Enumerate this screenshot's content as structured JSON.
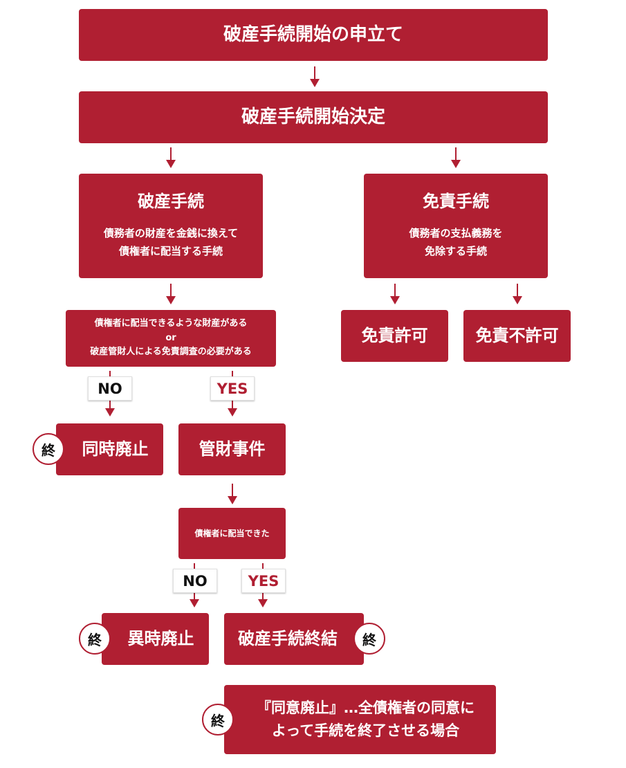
{
  "colors": {
    "box": "#b01f32",
    "box_text": "#ffffff",
    "no_label_text": "#111111",
    "yes_label_text": "#b01f32"
  },
  "nodes": {
    "petition": "破産手続開始の申立て",
    "decision": "破産手続開始決定",
    "bankruptcy": {
      "title": "破産手続",
      "desc_line1": "債務者の財産を金銭に換えて",
      "desc_line2": "債権者に配当する手続"
    },
    "discharge": {
      "title": "免責手続",
      "desc_line1": "債務者の支払義務を",
      "desc_line2": "免除する手続"
    },
    "discharge_granted": "免責許可",
    "discharge_denied": "免責不許可",
    "condition1": {
      "line1": "債権者に配当できるような財産がある",
      "line2": "or",
      "line3": "破産管財人による免責調査の必要がある"
    },
    "simultaneous_abolition": "同時廃止",
    "trustee_case": "管財事件",
    "condition2": "債権者に配当できた",
    "asynchronous_abolition": "異時廃止",
    "bankruptcy_concluded": "破産手続終結",
    "consent_abolition": {
      "line1": "『同意廃止』…全債権者の同意に",
      "line2": "よって手続を終了させる場合"
    }
  },
  "labels": {
    "no": "NO",
    "yes": "YES",
    "end": "終"
  }
}
